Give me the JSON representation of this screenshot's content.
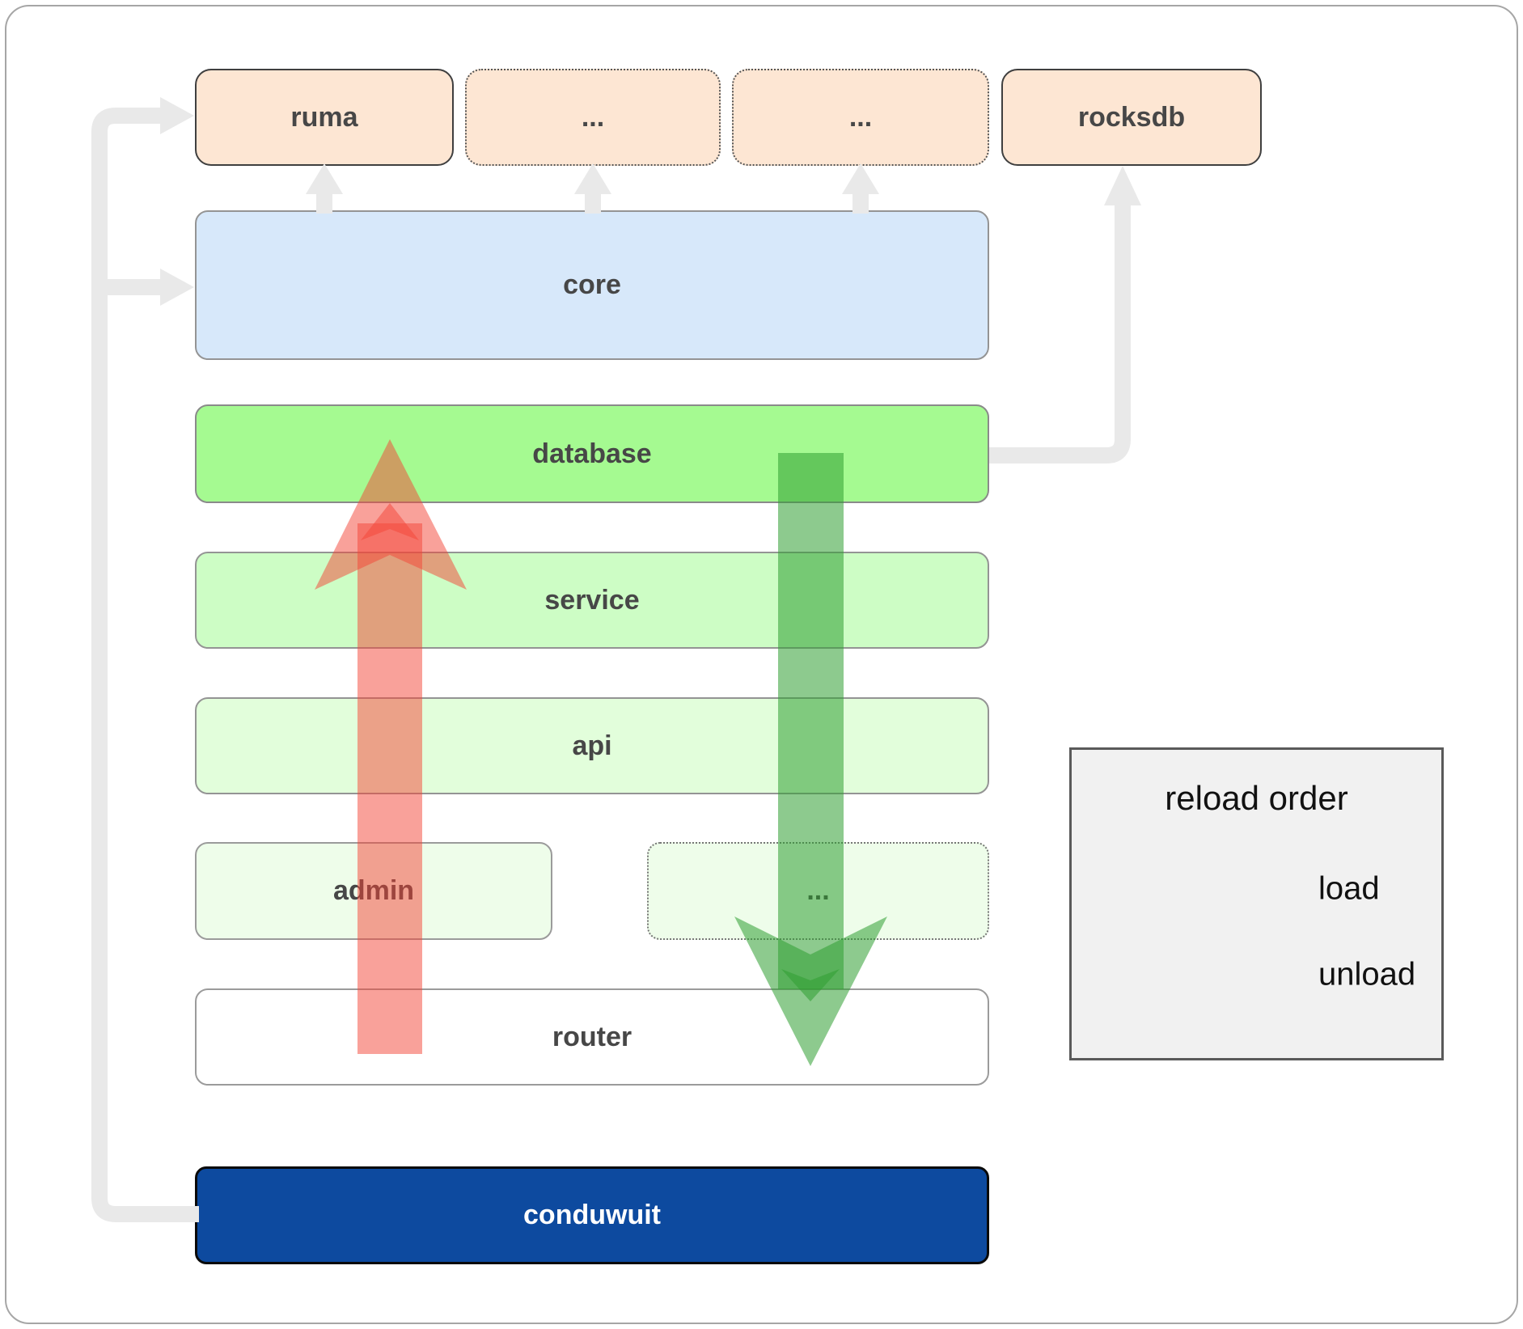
{
  "diagram": {
    "top_row": [
      {
        "label": "ruma"
      },
      {
        "label": "..."
      },
      {
        "label": "..."
      },
      {
        "label": "rocksdb"
      }
    ],
    "layers": {
      "core": "core",
      "database": "database",
      "service": "service",
      "api": "api",
      "admin": "admin",
      "admin_more": "...",
      "router": "router",
      "app": "conduwuit"
    }
  },
  "legend": {
    "title": "reload order",
    "items": [
      {
        "label": "load",
        "color": "#2f9e32"
      },
      {
        "label": "unload",
        "color": "#f44336"
      }
    ]
  },
  "colors": {
    "peach": "#fde6d3",
    "blue": "#d7e8fa",
    "db-green": "#a5fa91",
    "service-green": "#cdfdc5",
    "api-green": "#e2fedb",
    "admin-green": "#eefdea",
    "navy": "#0d4a9f",
    "gray-conn": "#e9e9e9",
    "load-green": "#2f9e32",
    "unload-red": "#f44336",
    "legend-bg": "#f1f1f1"
  }
}
